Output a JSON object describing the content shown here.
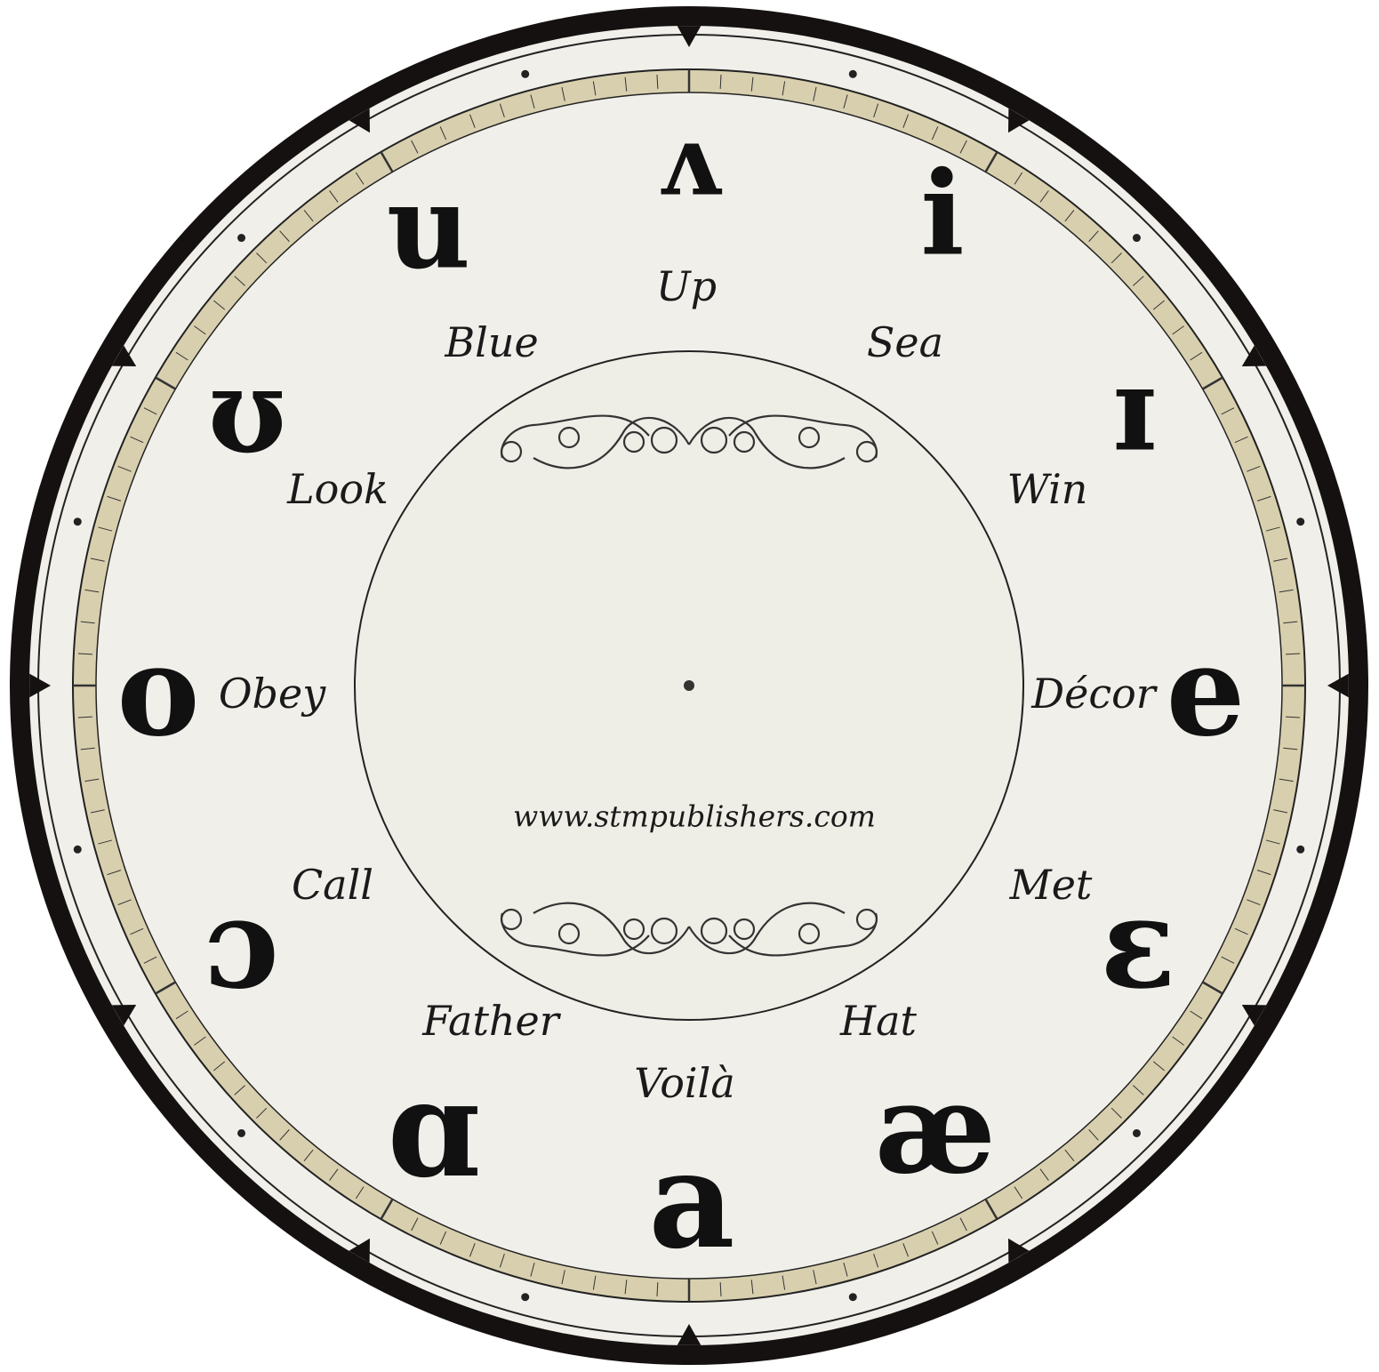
{
  "clock": {
    "colors": {
      "rim": "#151110",
      "face": "#f0efea",
      "band": "#d8cfae",
      "inner_dial": "#efeee6",
      "ink": "#111111"
    },
    "url_text": "www.stmpublishers.com",
    "hours": [
      {
        "symbol": "ʌ",
        "word": "Up"
      },
      {
        "symbol": "i",
        "word": "Sea"
      },
      {
        "symbol": "ɪ",
        "word": "Win"
      },
      {
        "symbol": "e",
        "word": "Décor"
      },
      {
        "symbol": "ɛ",
        "word": "Met"
      },
      {
        "symbol": "æ",
        "word": "Hat"
      },
      {
        "symbol": "a",
        "word": "Voilà"
      },
      {
        "symbol": "ɑ",
        "word": "Father"
      },
      {
        "symbol": "ɔ",
        "word": "Call"
      },
      {
        "symbol": "o",
        "word": "Obey"
      },
      {
        "symbol": "ʊ",
        "word": "Look"
      },
      {
        "symbol": "u",
        "word": "Blue"
      }
    ]
  }
}
